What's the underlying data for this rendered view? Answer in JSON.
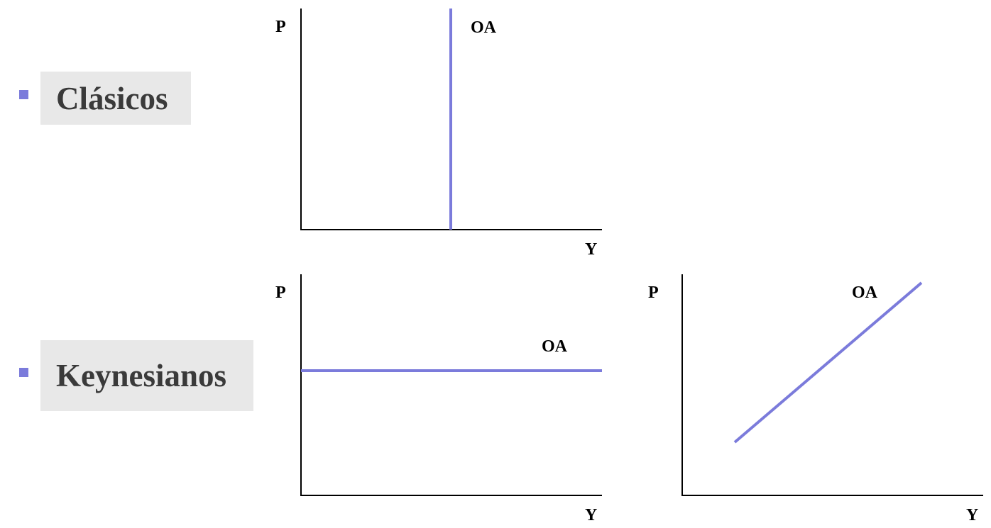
{
  "bullets": {
    "color": "#7b7bdb",
    "classics": {
      "label": "Clásicos"
    },
    "keynesians": {
      "label": "Keynesianos"
    }
  },
  "graphs": {
    "line_color": "#7b7bdb",
    "classic": {
      "y_axis_label": "P",
      "x_axis_label": "Y",
      "curve_label": "OA",
      "curve_shape": "vertical"
    },
    "keynes_horizontal": {
      "y_axis_label": "P",
      "x_axis_label": "Y",
      "curve_label": "OA",
      "curve_shape": "horizontal"
    },
    "keynes_sloped": {
      "y_axis_label": "P",
      "x_axis_label": "Y",
      "curve_label": "OA",
      "curve_shape": "upward-sloping"
    }
  }
}
